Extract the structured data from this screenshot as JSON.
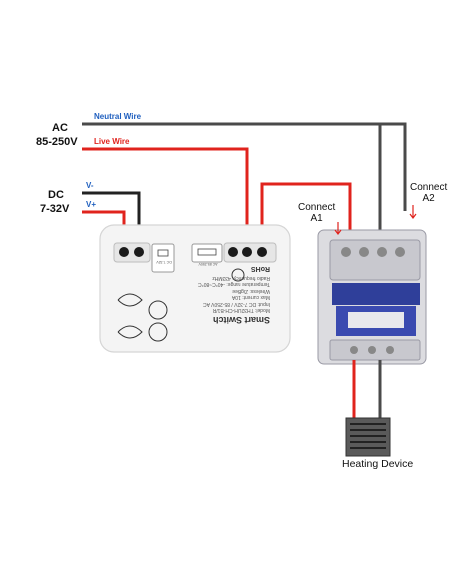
{
  "labels": {
    "ac_title": "AC",
    "ac_voltage": "85-250V",
    "dc_title": "DC",
    "dc_voltage": "7-32V",
    "neutral_wire": "Neutral Wire",
    "live_wire": "Live Wire",
    "v_minus": "V-",
    "v_plus": "V+",
    "connect_a1_line1": "Connect",
    "connect_a1_line2": "A1",
    "connect_a2_line1": "Connect",
    "connect_a2_line2": "A2",
    "heating_device": "Heating Device"
  },
  "switch_box": {
    "title": "Smart Switch",
    "brand_mark": "RoHS",
    "spec_lines": [
      "Model: TH32UH-CH-B1/R",
      "Input: DC 7-32V / 85-250V AC",
      "Max current: 10A",
      "Wireless: ZigBee",
      "Temperature range: -40°C~80°C",
      "Radio frequency: 433MHz"
    ],
    "dc_port_label": "DC 7-32V",
    "ac_port_label": "AC 85-250V"
  },
  "colors": {
    "neutral": "#4a4a4a",
    "live": "#e0231d",
    "dc_negative": "#222222",
    "dc_positive": "#e0231d",
    "label_blue": "#1f5fbf",
    "contactor_blue": "#2f3f9a"
  }
}
